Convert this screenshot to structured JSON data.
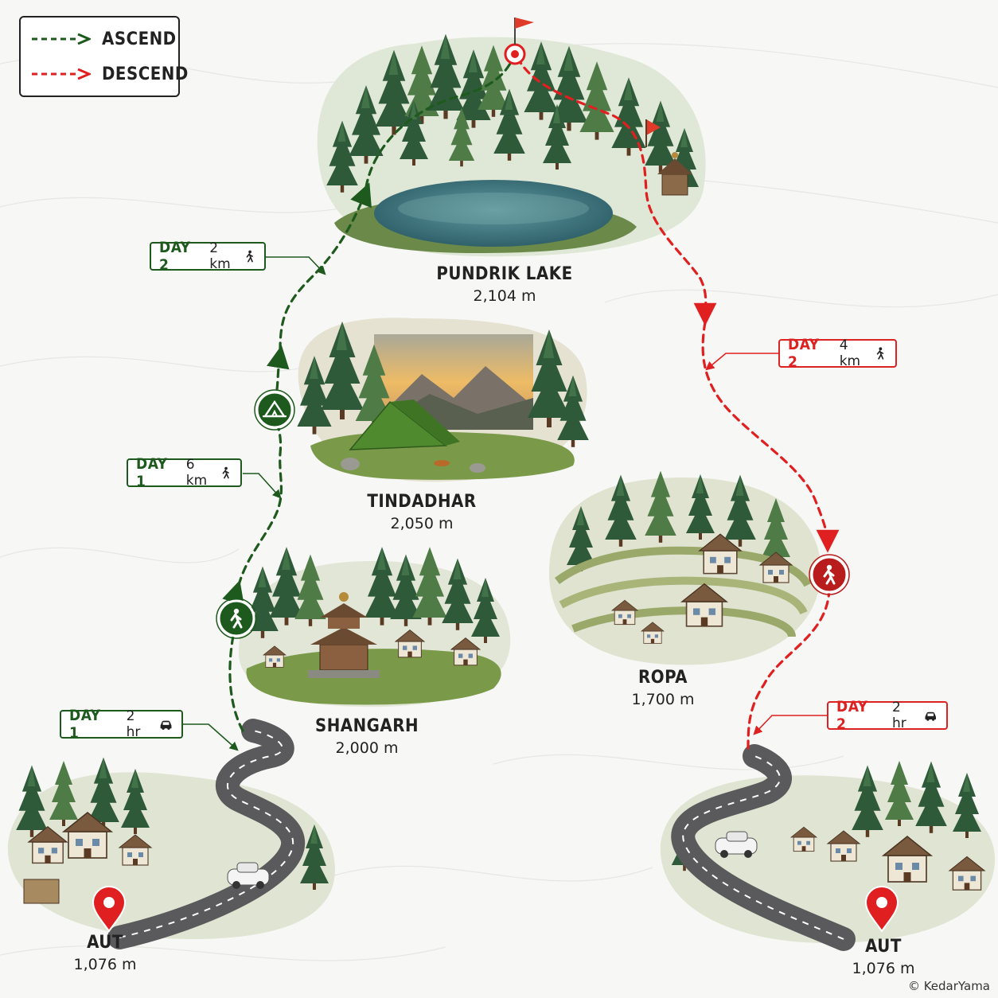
{
  "legend": {
    "ascend": {
      "label": "ASCEND",
      "color": "#1e5a1e"
    },
    "descend": {
      "label": "DESCEND",
      "color": "#e02020"
    }
  },
  "locations": {
    "pundrik": {
      "name": "PUNDRIK LAKE",
      "altitude": "2,104 m"
    },
    "tindadhar": {
      "name": "TINDADHAR",
      "altitude": "2,050 m"
    },
    "shangarh": {
      "name": "SHANGARH",
      "altitude": "2,000 m"
    },
    "ropa": {
      "name": "ROPA",
      "altitude": "1,700 m"
    },
    "aut_start": {
      "name": "AUT",
      "altitude": "1,076 m"
    },
    "aut_end": {
      "name": "AUT",
      "altitude": "1,076 m"
    }
  },
  "segments": {
    "asc_drive": {
      "day": "DAY 1",
      "distance": "2 hr",
      "mode": "car-icon"
    },
    "asc_trek1": {
      "day": "DAY 1",
      "distance": "6 km",
      "mode": "hiker-icon"
    },
    "asc_trek2": {
      "day": "DAY 2",
      "distance": "2 km",
      "mode": "hiker-icon"
    },
    "desc_trek": {
      "day": "DAY 2",
      "distance": "4 km",
      "mode": "hiker-icon"
    },
    "desc_drive": {
      "day": "DAY 2",
      "distance": "2 hr",
      "mode": "car-icon"
    }
  },
  "waypoint_icons": {
    "shangarh": "hiker-icon",
    "tindadhar": "tent-icon",
    "summit": "flag-icon",
    "ropa": "hiker-icon",
    "aut_start": "location-pin-icon",
    "aut_end": "location-pin-icon"
  },
  "credit": "© KedarYama"
}
